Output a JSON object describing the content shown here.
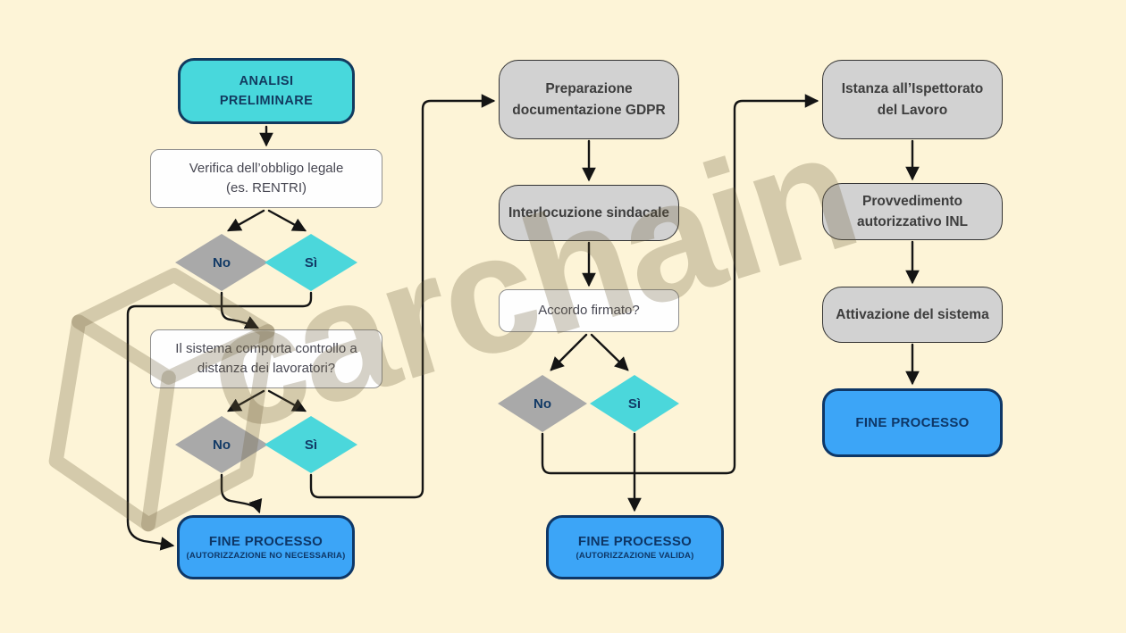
{
  "watermark": {
    "text": "carchain",
    "logo": "cube-wireframe-icon"
  },
  "colors": {
    "background": "#fdf4d7",
    "cyan": "#48d8dc",
    "blue_end": "#3ca5f7",
    "navy": "#123a5f",
    "gray_step": "#d2d2d2",
    "gray_diamond": "#a9a9a9",
    "white_box": "#fefefe",
    "arrow": "#141414",
    "watermark": "rgba(108,93,58,0.28)"
  },
  "flowchart": {
    "col1": {
      "start": "ANALISI\nPRELIMINARE",
      "q1": "Verifica dell’obbligo legale\n(es. RENTRI)",
      "d1_no": "No",
      "d1_si": "Sì",
      "q2": "Il sistema comporta controllo a\ndistanza dei lavoratori?",
      "d2_no": "No",
      "d2_si": "Sì",
      "end_title": "FINE PROCESSO",
      "end_sub": "(AUTORIZZAZIONE NO NECESSARIA)"
    },
    "col2": {
      "step1": "Preparazione\ndocumentazione GDPR",
      "step2": "Interlocuzione sindacale",
      "q": "Accordo firmato?",
      "d_no": "No",
      "d_si": "Sì",
      "end_title": "FINE PROCESSO",
      "end_sub": "(AUTORIZZAZIONE VALIDA)"
    },
    "col3": {
      "step1": "Istanza all’Ispettorato\ndel Lavoro",
      "step2": "Provvedimento\nautorizzativo INL",
      "step3": "Attivazione del sistema",
      "end_title": "FINE PROCESSO"
    }
  }
}
